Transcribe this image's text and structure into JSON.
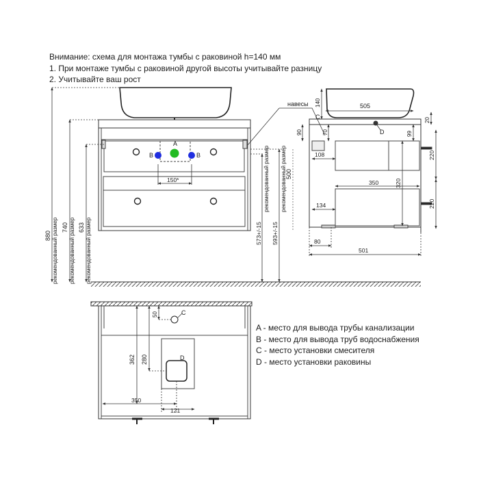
{
  "header": {
    "line1": "Внимание: схема для монтажа тумбы с раковиной h=140 мм",
    "line2": "1. При монтаже тумбы с раковиной другой высоты учитывайте разницу",
    "line3": "2. Учитывайте ваш рост"
  },
  "legend": {
    "a": "A - место для вывода трубы канализации",
    "b": "B - место для вывода труб водоснабжения",
    "c": "C - место установки смесителя",
    "d": "D - место установки раковины"
  },
  "front": {
    "dim_880": "880",
    "dim_740": "740",
    "dim_633": "633",
    "rec1": "рекомендованный размер",
    "rec2": "рекомендованный размер",
    "rec3": "рекомендованный размер",
    "rec4": "рекомендованный размер",
    "rec5": "рекомендованный размер",
    "dim_573": "573+/-15",
    "dim_593": "593+/-15",
    "dim_500": "500",
    "dim_150": "150*",
    "mark_a": "A",
    "mark_b_left": "B",
    "mark_b_right": "B",
    "colors": {
      "a": "#22bb22",
      "b": "#1f2ee0"
    }
  },
  "side": {
    "hinges": "навесы",
    "dim_505": "505",
    "dim_140": "140",
    "dim_20": "20",
    "dim_90": "90",
    "dim_70": "70",
    "mark_c": "C",
    "mark_d": "D",
    "dim_99": "99",
    "dim_220a": "220",
    "dim_108": "108",
    "dim_350": "350",
    "dim_320": "320",
    "dim_220b": "220",
    "dim_134": "134",
    "dim_80": "80",
    "dim_501": "501"
  },
  "top": {
    "dim_50": "50",
    "mark_c": "C",
    "dim_362": "362",
    "dim_280": "280",
    "mark_d": "D",
    "dim_350": "350",
    "dim_121": "121"
  }
}
